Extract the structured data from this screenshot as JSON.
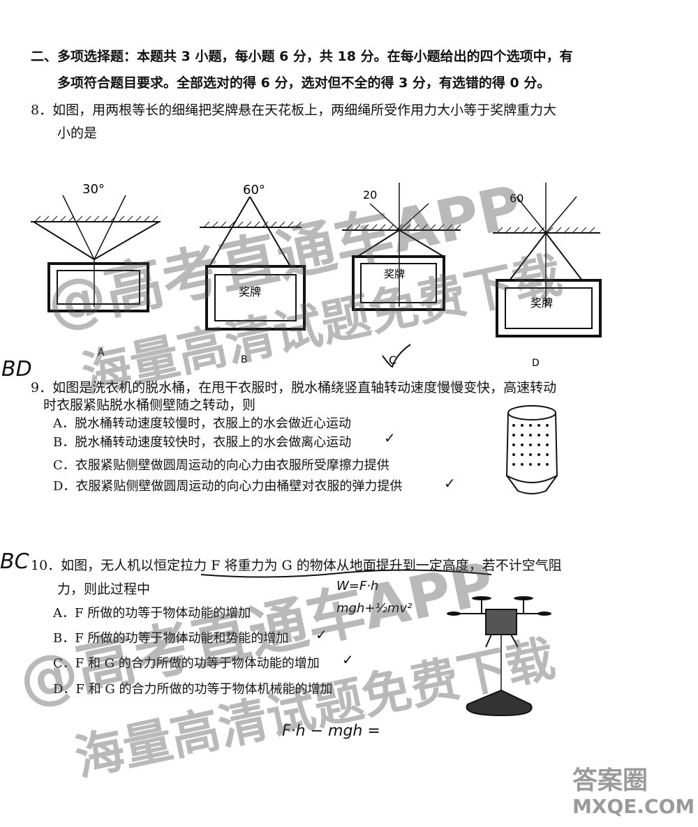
{
  "section": {
    "title_line1": "二、多项选择题：本题共 3 小题，每小题 6 分，共 18 分。在每小题给出的四个选项中，有",
    "title_line2": "多项符合题目要求。全部选对的得 6 分，选对但不全的得 3 分，有选错的得 0 分。"
  },
  "q8": {
    "line1": "8．如图，用两根等长的细绳把奖牌悬在天花板上，两细绳所受作用力大小等于奖牌重力大",
    "line2": "小的是",
    "figures": [
      {
        "option": "A",
        "angle": "30°",
        "plate": ""
      },
      {
        "option": "B",
        "angle": "60°",
        "plate": "奖牌"
      },
      {
        "option": "C",
        "angle": "20",
        "plate": "奖牌"
      },
      {
        "option": "D",
        "angle": "60",
        "plate": "奖牌"
      }
    ]
  },
  "q9": {
    "line1": "9．如图是洗衣机的脱水桶，在甩干衣服时，脱水桶绕竖直轴转动速度慢慢变快，高速转动",
    "line2": "时衣服紧贴脱水桶侧壁随之转动，则",
    "options": [
      "A．脱水桶转动速度较慢时，衣服上的水会做近心运动",
      "B．脱水桶转动速度较快时，衣服上的水会做离心运动",
      "C．衣服紧贴侧壁做圆周运动的向心力由衣服所受摩擦力提供",
      "D．衣服紧贴侧壁做圆周运动的向心力由桶壁对衣服的弹力提供"
    ]
  },
  "q10": {
    "line1": "10．如图，无人机以恒定拉力 F 将重力为 G 的物体从地面提升到一定高度，若不计空气阻",
    "line2": "力，则此过程中",
    "options": [
      "A．F 所做的功等于物体动能的增加",
      "B．F 所做的功等于物体动能和势能的增加",
      "C．F 和 G 的合力所做的功等于物体动能的增加",
      "D．F 和 G 的合力所做的功等于物体机械能的增加"
    ]
  },
  "handwriting": {
    "q9_answer": "BD",
    "q10_answer": "BC",
    "formula1": "W=F·h",
    "formula2": "mgh+½mv²",
    "formula3": "F·h − mgh =",
    "check": "✓"
  },
  "watermarks": {
    "line1": "@高考直通车APP",
    "line2": "海量高清试题免费下载",
    "corner_top": "答案圈",
    "corner_bottom": "MXQE.COM"
  }
}
